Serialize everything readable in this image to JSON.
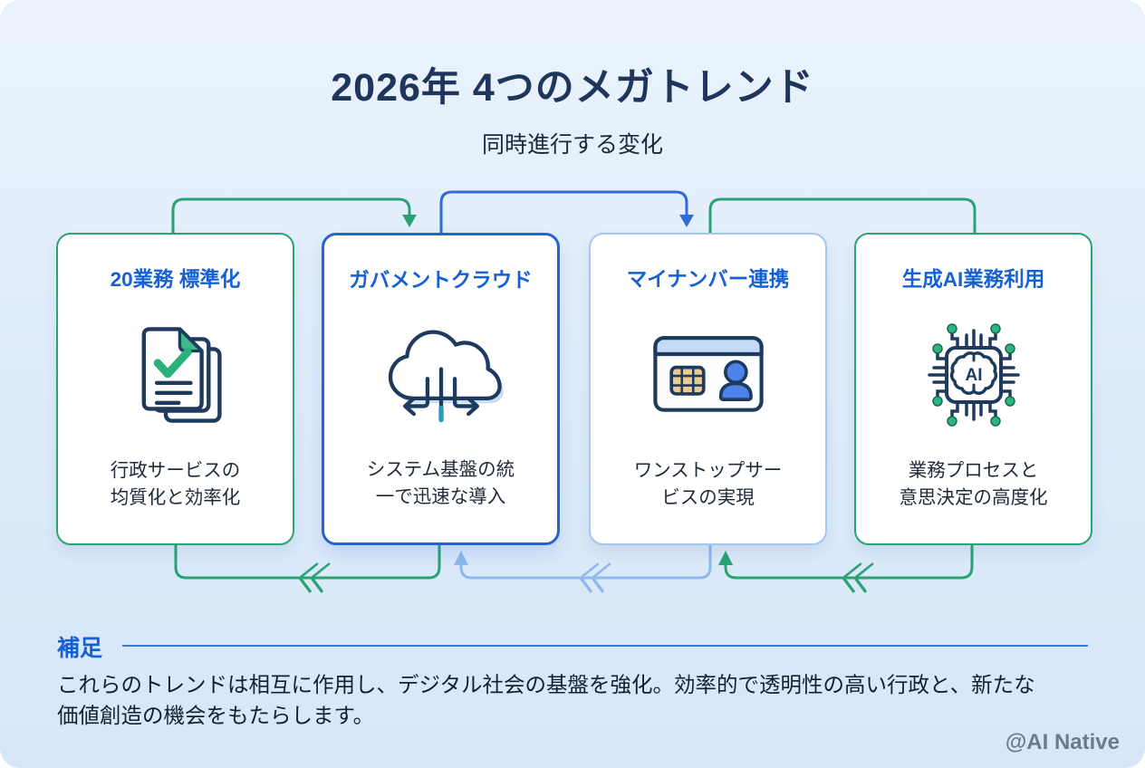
{
  "header": {
    "title": "2026年 4つのメガトレンド",
    "subtitle": "同時進行する変化"
  },
  "cards": [
    {
      "title": "20業務 標準化",
      "description": "行政サービスの\n均質化と効率化",
      "icon": "documents-check-icon",
      "accent": "green"
    },
    {
      "title": "ガバメントクラウド",
      "description": "システム基盤の統\n一で迅速な導入",
      "icon": "cloud-distribution-icon",
      "accent": "blue"
    },
    {
      "title": "マイナンバー連携",
      "description": "ワンストップサー\nビスの実現",
      "icon": "id-card-icon",
      "accent": "lightblue"
    },
    {
      "title": "生成AI業務利用",
      "description": "業務プロセスと\n意思決定の高度化",
      "icon": "ai-chip-icon",
      "icon_text": "AI",
      "accent": "green"
    }
  ],
  "footer": {
    "label": "補足",
    "note": "これらのトレンドは相互に作用し、デジタル社会の基盤を強化。効率的で透明性の高い行政と、新たな\n価値創造の機会をもたらします。",
    "watermark": "@AI Native"
  },
  "colors": {
    "card_title_blue": "#1560D4",
    "green": "#2AA274",
    "blue": "#2F6BD9",
    "light_blue": "#8FB8EC",
    "heading_navy": "#20355C",
    "text_dark": "#1F2937",
    "watermark_gray": "#6E7A89",
    "icon_outline_navy": "#1E3A5F",
    "chip_gold": "#EACB90",
    "person_blue": "#4E82E8",
    "icon_green": "#2FB383",
    "divider_blue": "#3A78D8"
  }
}
